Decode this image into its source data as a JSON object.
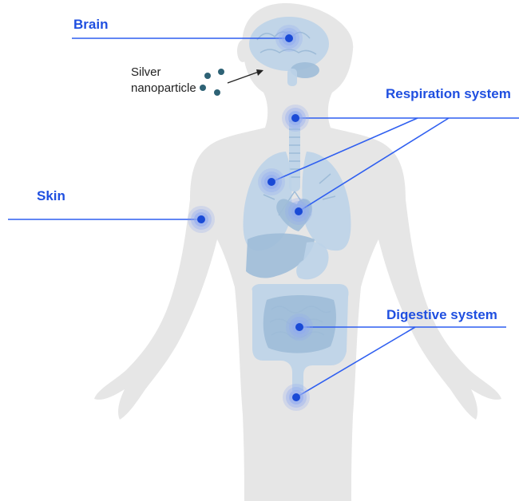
{
  "colors": {
    "label_blue": "#1f4fe0",
    "line_blue": "#2f5ff0",
    "body": "#e6e6e6",
    "organ": "#bcd3e8",
    "organ_dark": "#9ebcd8",
    "particle": "#2e6275",
    "marker_core": "#1a4ad6",
    "marker_ring": "#8fa9f0"
  },
  "labels": {
    "brain": "Brain",
    "respiration": "Respiration system",
    "skin": "Skin",
    "digestive": "Digestive system"
  },
  "nanoparticle": {
    "line1": "Silver",
    "line2": "nanoparticle"
  }
}
